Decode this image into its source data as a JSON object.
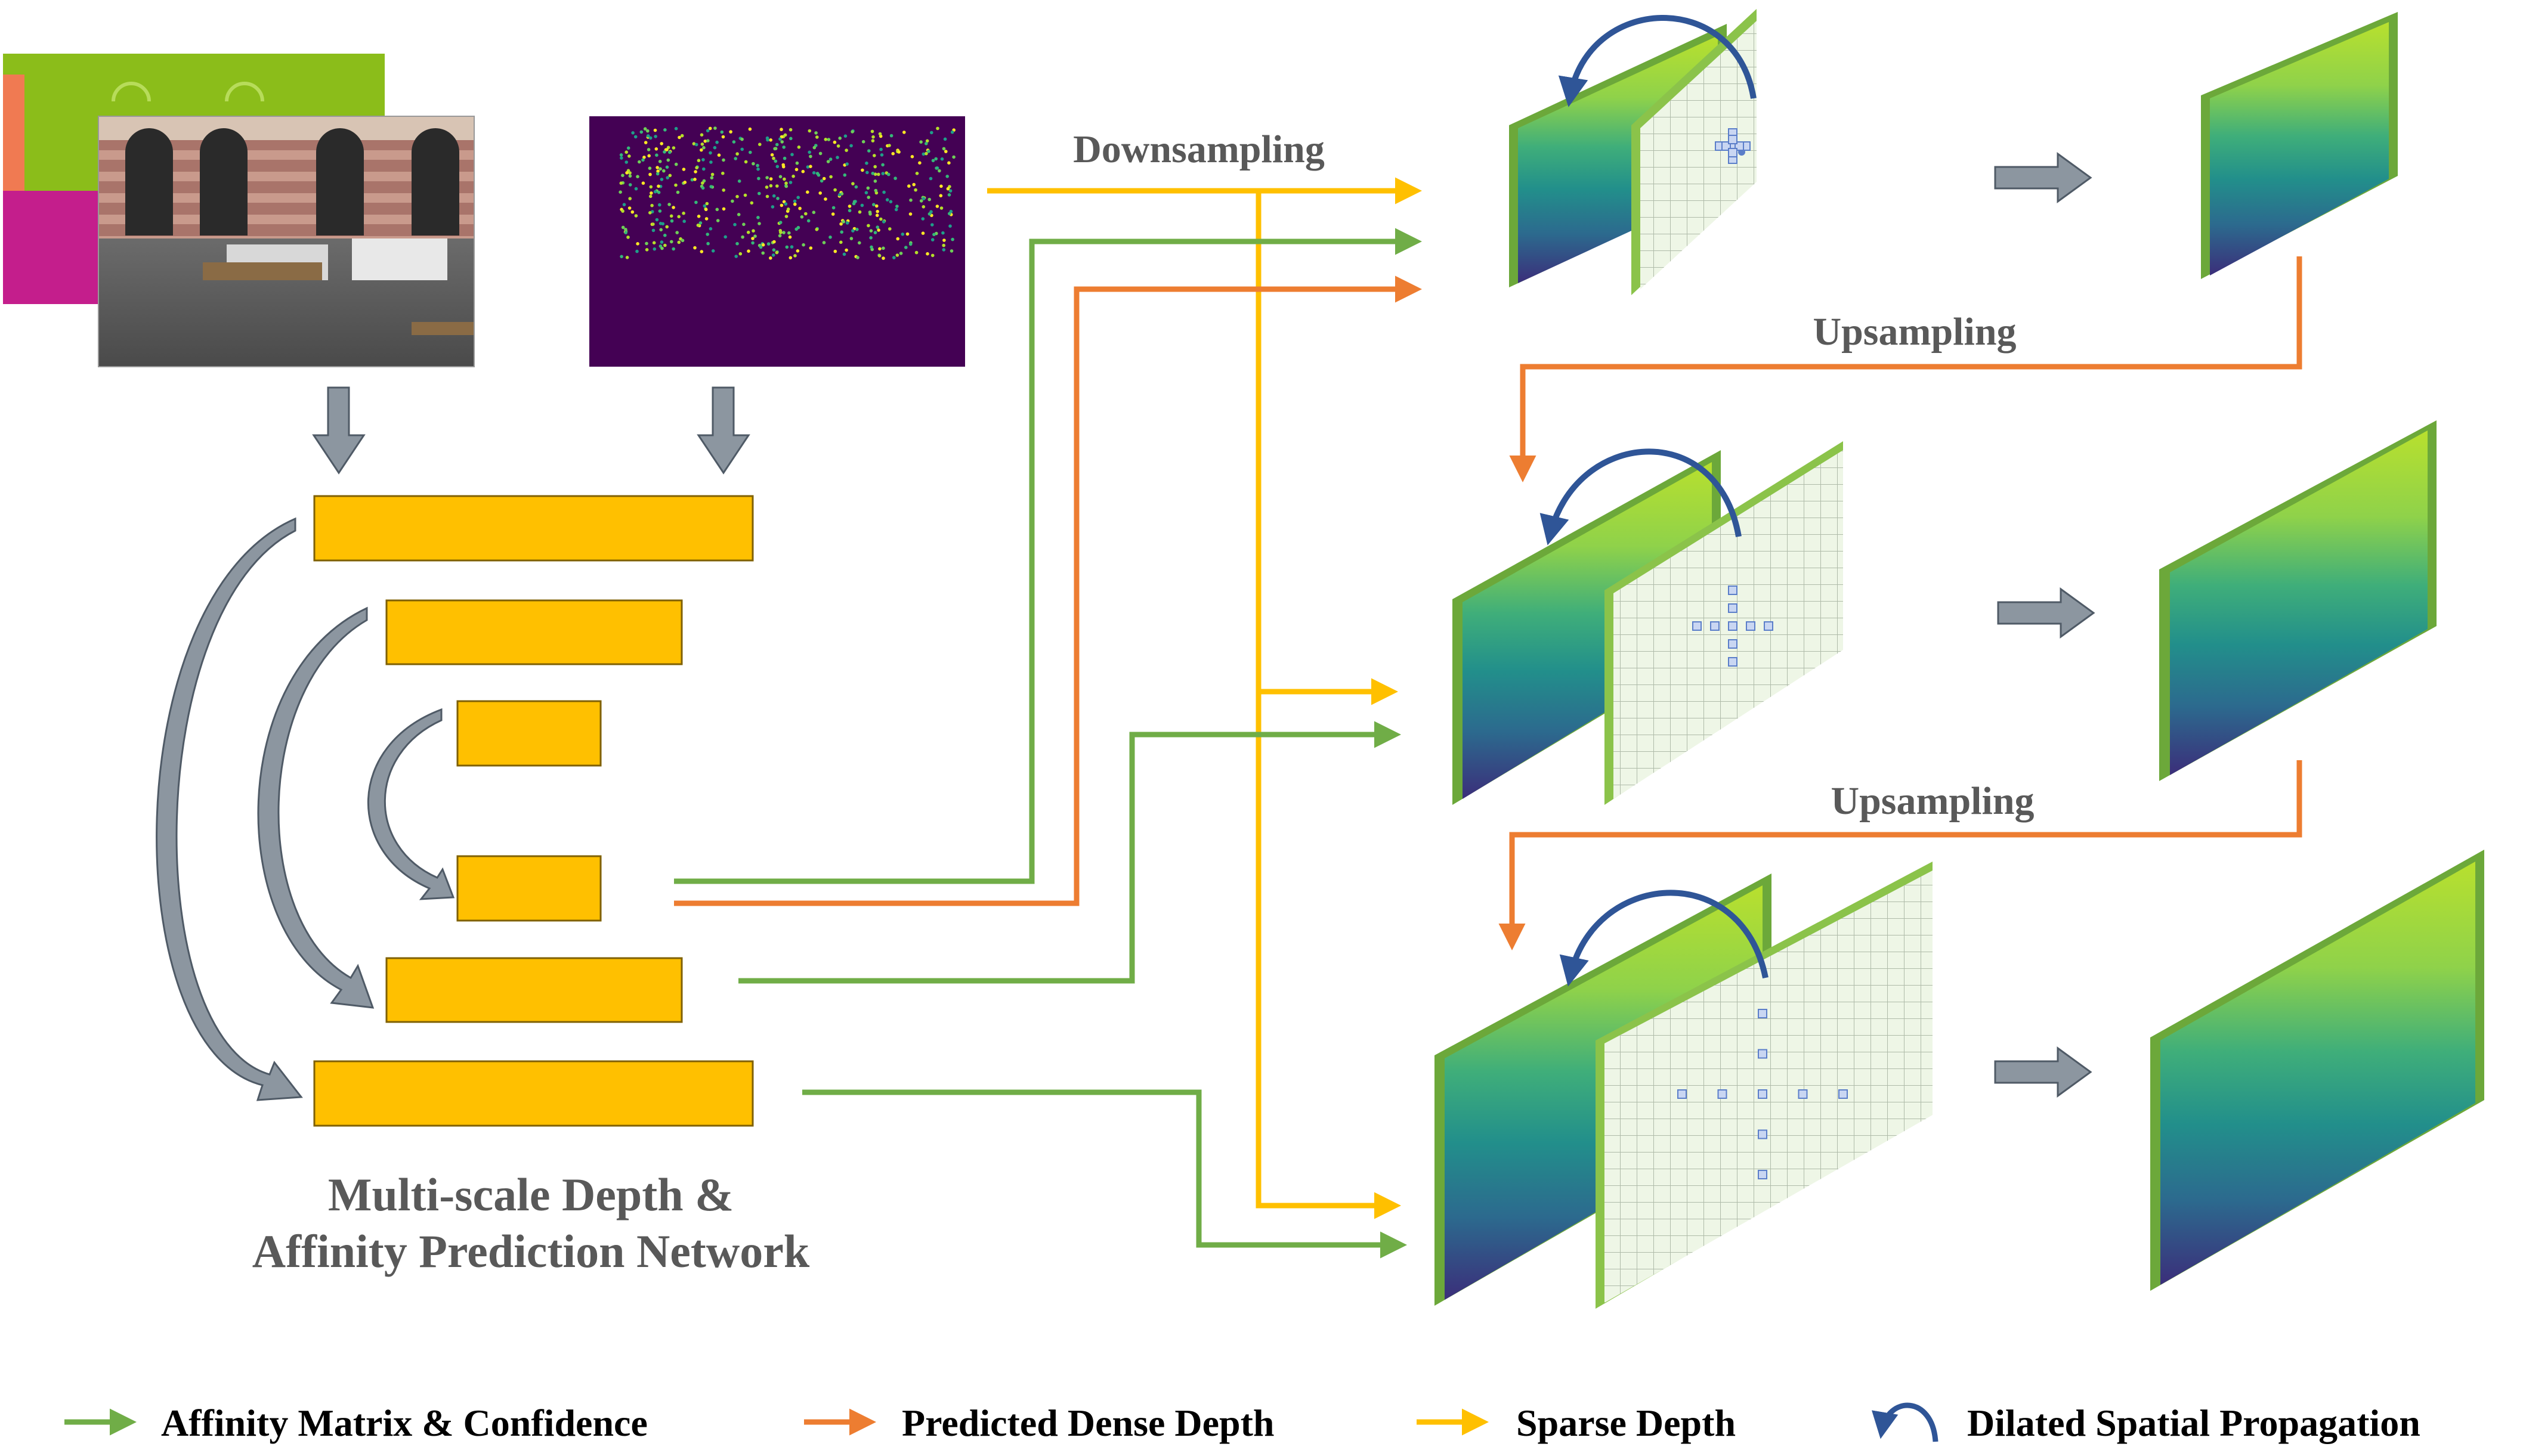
{
  "labels": {
    "downsampling": "Downsampling",
    "upsampling_1": "Upsampling",
    "upsampling_2": "Upsampling",
    "network_line1": "Multi-scale Depth &",
    "network_line2": "Affinity Prediction Network"
  },
  "legend": [
    {
      "key": "affinity",
      "label": "Affinity Matrix & Confidence",
      "color": "#70ad47",
      "icon": "green-arrow-icon"
    },
    {
      "key": "dense",
      "label": "Predicted Dense Depth",
      "color": "#ed7d31",
      "icon": "orange-arrow-icon"
    },
    {
      "key": "sparse",
      "label": "Sparse Depth",
      "color": "#ffc000",
      "icon": "yellow-arrow-icon"
    },
    {
      "key": "propagation",
      "label": "Dilated Spatial Propagation",
      "color": "#2f5597",
      "icon": "curved-arrow-icon"
    }
  ],
  "colors": {
    "affinity": "#70ad47",
    "dense": "#ed7d31",
    "sparse": "#ffc000",
    "propagation": "#2f5597",
    "block_fill": "#ffc000",
    "block_stroke": "#7f6000",
    "gray_arrow": "#8c96a0",
    "label_gray": "#595959"
  }
}
